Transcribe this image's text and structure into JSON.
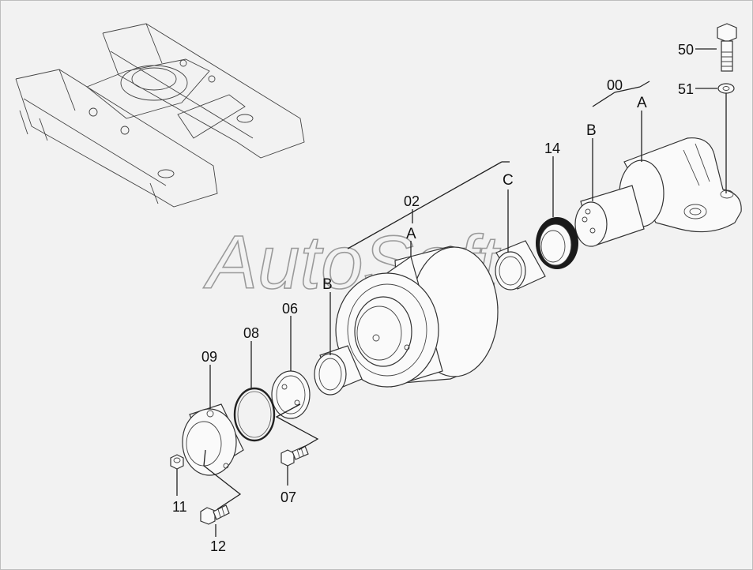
{
  "watermark": "AutoSoft",
  "callouts": {
    "c00": "00",
    "c02": "02",
    "c06": "06",
    "c07": "07",
    "c08": "08",
    "c09": "09",
    "c11": "11",
    "c12": "12",
    "c14": "14",
    "c50": "50",
    "c51": "51"
  },
  "letters": {
    "a_upper": "A",
    "b_upper": "B",
    "a_mid": "A",
    "b_mid": "B",
    "c_mid": "C"
  },
  "colors": {
    "background": "#f2f2f2",
    "ink": "#222222"
  }
}
